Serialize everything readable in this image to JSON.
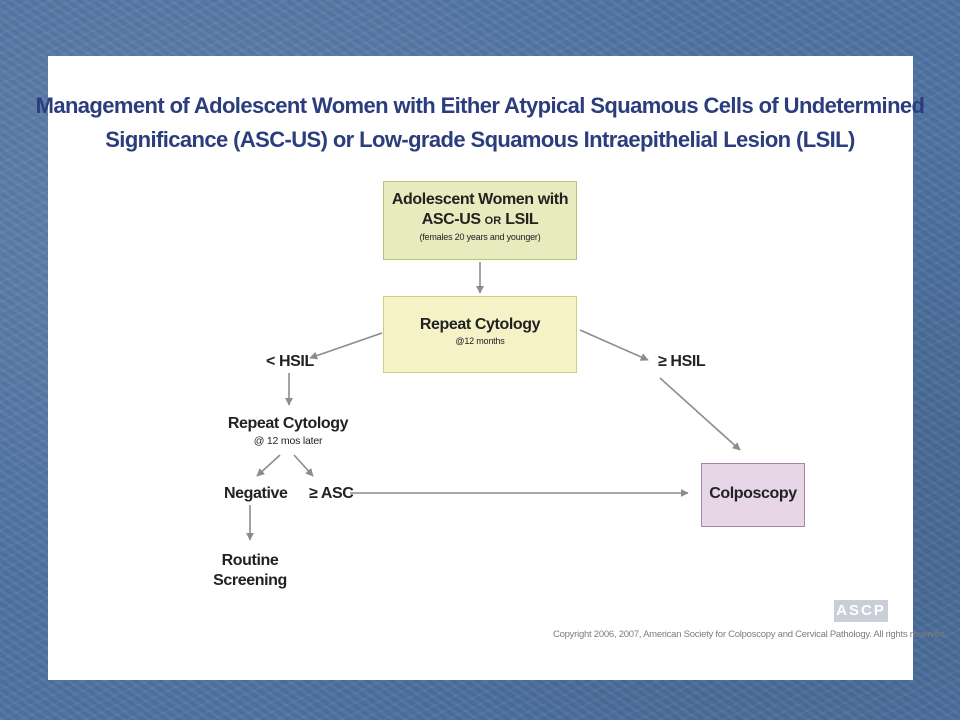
{
  "title": {
    "line1": "Management of Adolescent Women with Either Atypical Squamous Cells of Undetermined",
    "line2": "Significance (ASC-US) or Low-grade Squamous Intraepithelial Lesion (LSIL)"
  },
  "nodes": {
    "start": {
      "line1": "Adolescent Women with",
      "asc": "ASC-US",
      "or": "OR",
      "lsil": "LSIL",
      "note": "(females 20 years and younger)"
    },
    "repeat_cytology": {
      "label": "Repeat Cytology",
      "note": "@12 months"
    },
    "lt_hsil": "< HSIL",
    "ge_hsil": "≥ HSIL",
    "repeat_cytology_2": {
      "label": "Repeat Cytology",
      "note": "@ 12 mos later"
    },
    "negative": "Negative",
    "ge_asc": "≥ ASC",
    "colposcopy": "Colposcopy",
    "routine": {
      "line1": "Routine",
      "line2": "Screening"
    }
  },
  "footer": {
    "logo": "ASCP",
    "copyright": "Copyright 2006, 2007, American Society for Colposcopy and Cervical Pathology. All rights reserved."
  },
  "colors": {
    "background": "#4f74a4",
    "title": "#2b3d7d",
    "start_box": "#e7ebbd",
    "repeat_box": "#f5f2c8",
    "colposcopy_box": "#e6d6e8",
    "arrow": "#8c8c8c"
  }
}
